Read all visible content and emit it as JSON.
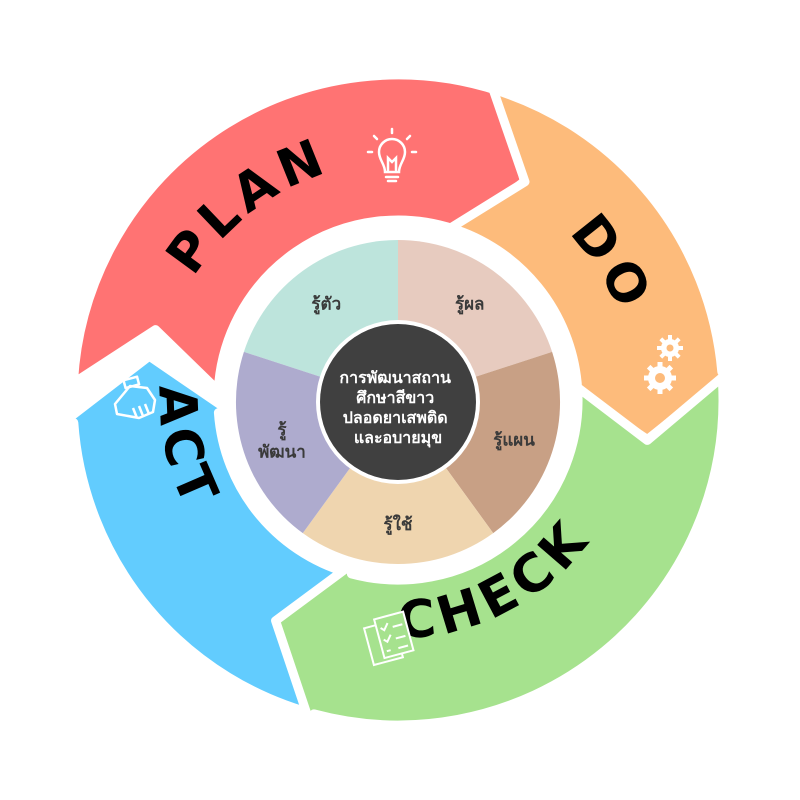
{
  "phases": [
    {
      "label": "PLAN",
      "color": "#FF7373",
      "icon": "lightbulb-icon"
    },
    {
      "label": "DO",
      "color": "#FDBB7B",
      "icon": "gears-icon"
    },
    {
      "label": "CHECK",
      "color": "#A6E28E",
      "icon": "checklist-document-icon"
    },
    {
      "label": "ACT",
      "color": "#62CCFE",
      "icon": "handshake-icon"
    }
  ],
  "segments": [
    {
      "label": "รู้ตัว",
      "color": "#BDE4DC"
    },
    {
      "label": "รู้ผล",
      "color": "#E7CBBF"
    },
    {
      "label": "รู้แผน",
      "color": "#C8A085"
    },
    {
      "label": "รู้ใช้",
      "color": "#EFD5AF"
    },
    {
      "label_line1": "รู้",
      "label_line2": "พัฒนา",
      "color": "#AEABCE"
    }
  ],
  "center": {
    "lines": [
      "การพัฒนาสถาน",
      "ศึกษาสีขาว",
      "ปลอดยาเสพติด",
      "และอบายมุข"
    ],
    "color": "#404040"
  }
}
